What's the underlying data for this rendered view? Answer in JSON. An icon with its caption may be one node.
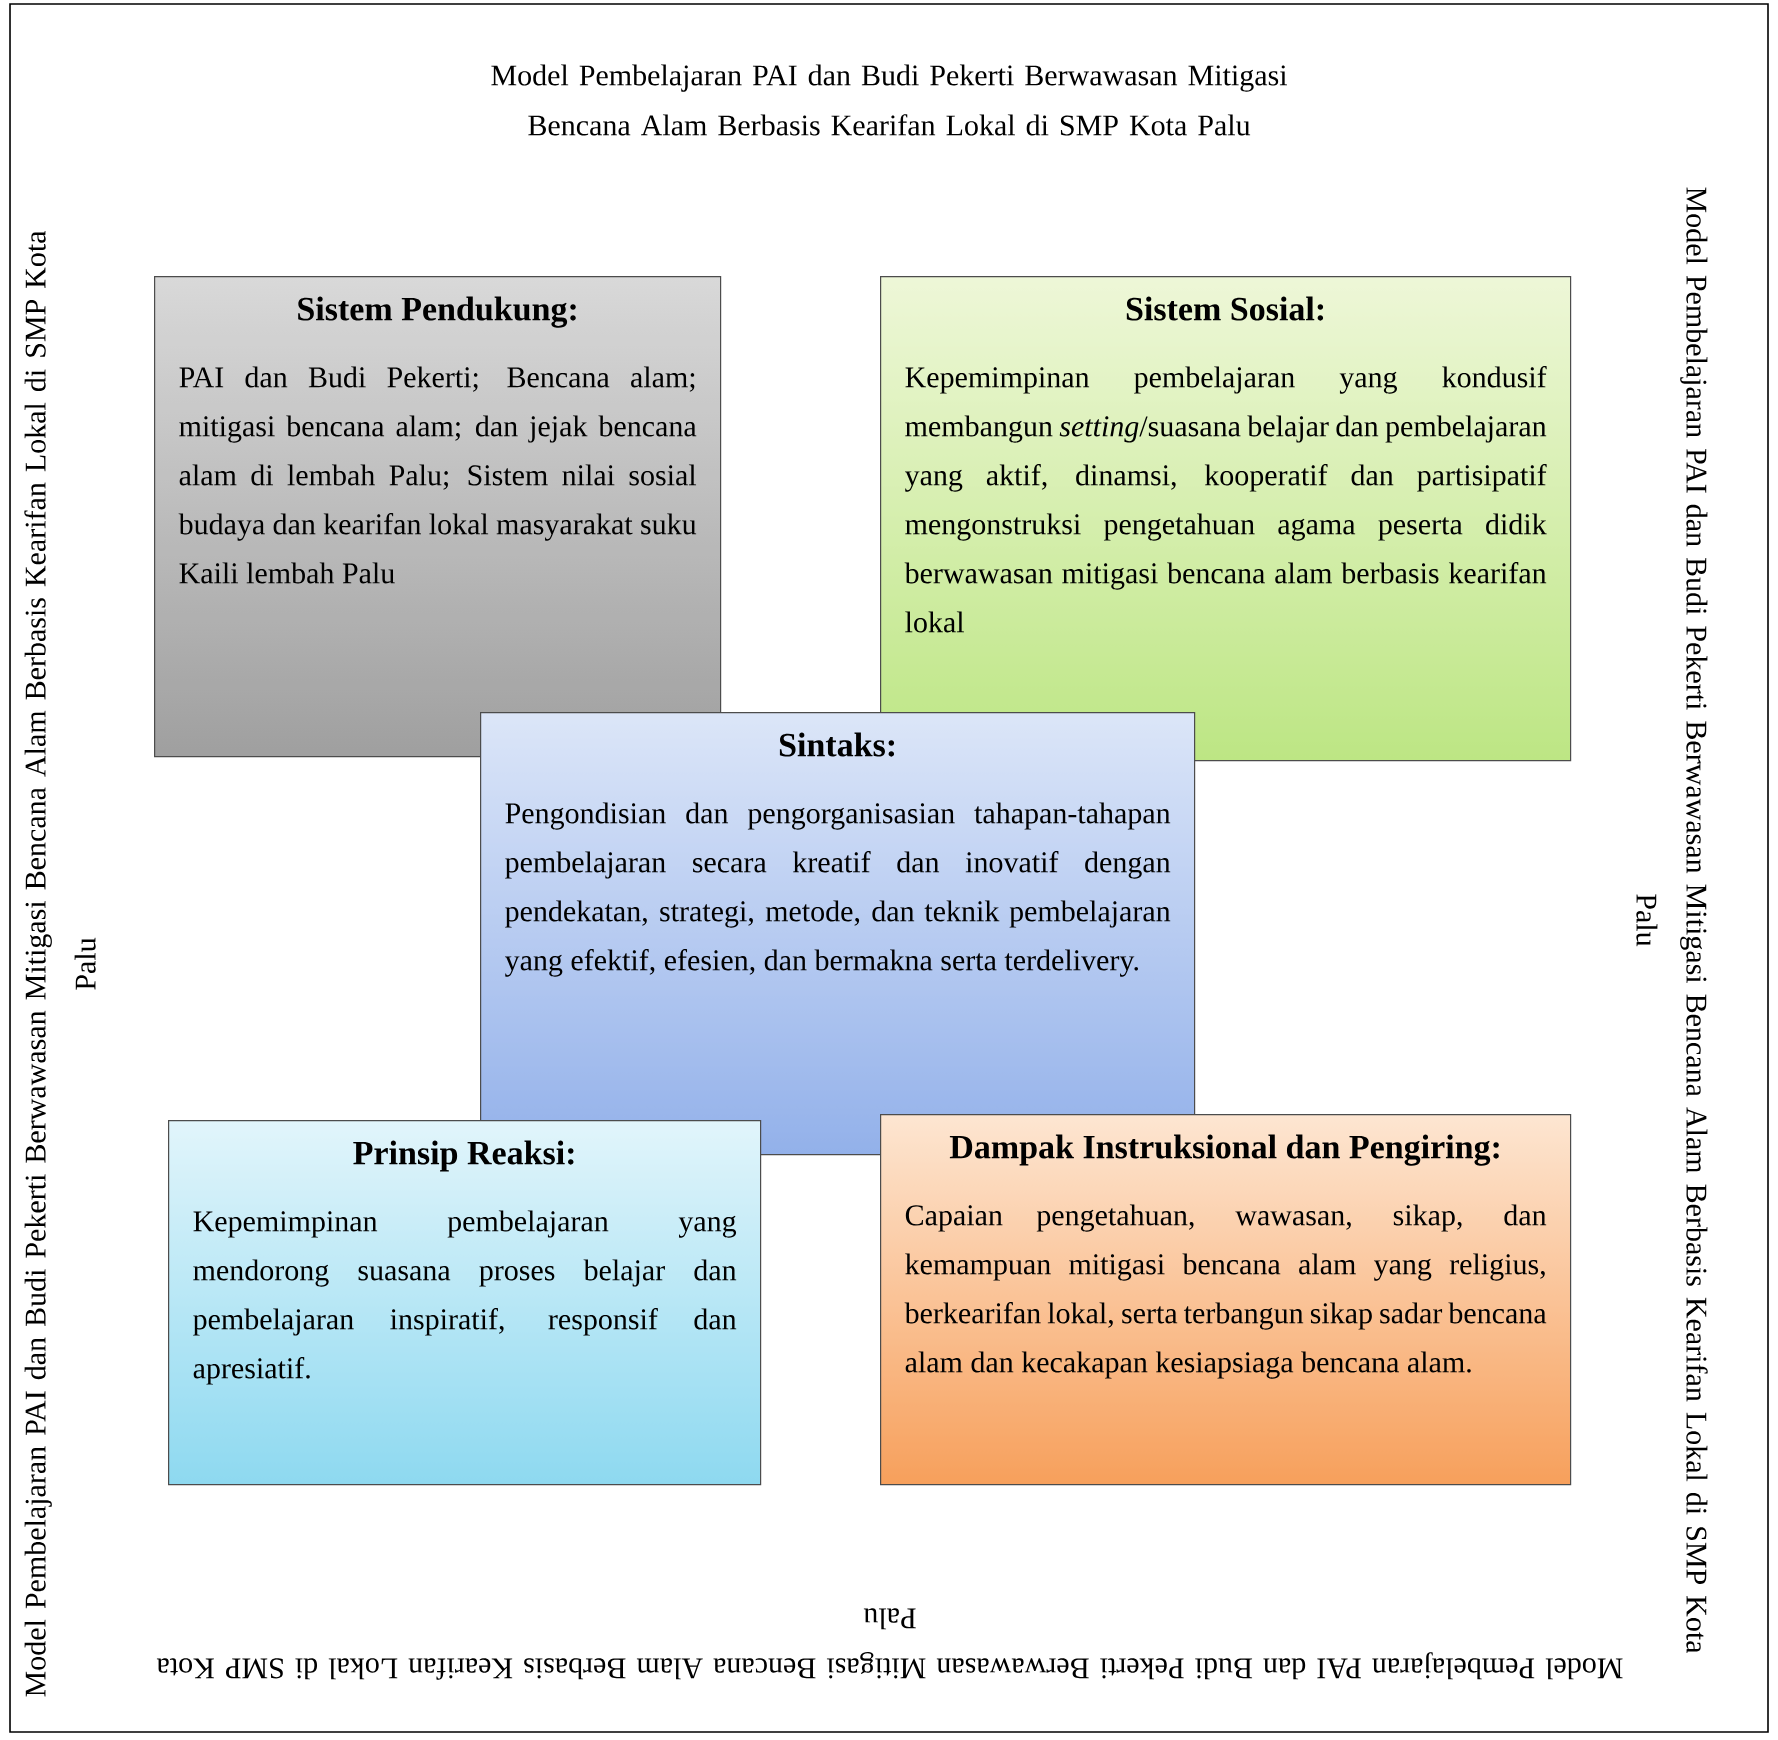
{
  "diagram": {
    "title": "Model Pembelajaran PAI dan Budi Pekerti Berwawasan Mitigasi Bencana Alam Berbasis Kearifan Lokal di SMP Kota Palu",
    "nodes": [
      {
        "text": [
          "Sistem Pendukung:",
          "PAI dan Budi Pekerti; Bencana alam; mitigasi bencana alam; dan jejak bencana alam di lembah Palu; Sistem nilai sosial budaya dan kearifan lokal masyarakat suku Kaili lembah Palu"
        ]
      },
      {
        "text": [
          "Sistem Sosial:",
          "Kepemimpinan pembelajaran yang kondusif membangun *setting*/suasana belajar dan pembelajaran yang aktif, dinamsi, kooperatif dan partisipatif mengonstruksi pengetahuan agama peserta didik berwawasan mitigasi bencana alam berbasis kearifan lokal"
        ]
      },
      {
        "text": [
          "Sintaks:",
          "Pengondisian dan pengorganisasian tahapan-tahapan pembelajaran secara kreatif dan inovatif dengan pendekatan, strategi, metode, dan teknik pembelajaran yang efektif, efesien, dan bermakna serta terdelivery."
        ]
      },
      {
        "text": [
          "Prinsip Reaksi:",
          "Kepemimpinan pembelajaran yang mendorong suasana proses belajar dan pembelajaran inspiratif, responsif dan apresiatif."
        ]
      },
      {
        "text": [
          "Dampak Instruksional dan Pengiring:",
          "Capaian pengetahuan, wawasan, sikap, dan kemampuan mitigasi bencana alam yang religius, berkearifan lokal, serta terbangun sikap sadar bencana alam dan kecakapan kesiapsiaga bencana alam."
        ]
      }
    ],
    "labels": [
      "Model Pembelajaran PAI dan Budi Pekerti Berwawasan Mitigasi Bencana Alam Berbasis Kearifan Lokal di SMP Kota Palu",
      "Model Pembelajaran PAI dan Budi Pekerti Berwawasan Mitigasi Bencana Alam Berbasis Kearifan Lokal di SMP Kota Palu",
      "Model Pembelajaran PAI dan Budi Pekerti Berwawasan Mitigasi Bencana Alam Berbasis Kearifan Lokal di SMP Kota Palu"
    ]
  }
}
